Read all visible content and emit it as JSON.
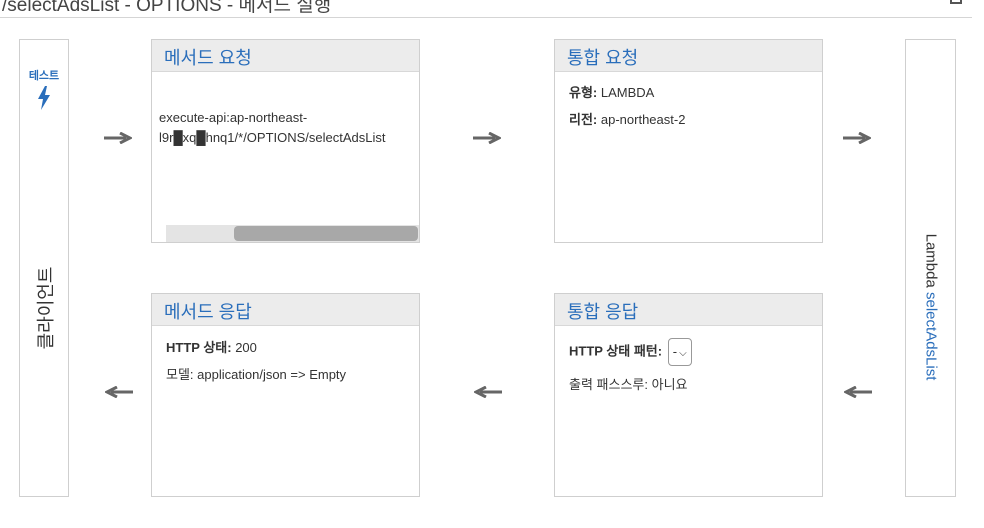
{
  "header": {
    "title": "/selectAdsList - OPTIONS - 메서드 실행"
  },
  "client": {
    "test_label": "테스트",
    "label": "클라이언트"
  },
  "lambda": {
    "prefix": "Lambda",
    "function_name": "selectAdsList"
  },
  "method_request": {
    "title": "메서드 요청",
    "arn_line1": "execute-api:ap-northeast-",
    "arn_line2": "l9r█xq█hnq1/*/OPTIONS/selectAdsList"
  },
  "integration_request": {
    "title": "통합 요청",
    "type_label": "유형:",
    "type_value": "LAMBDA",
    "region_label": "리전:",
    "region_value": "ap-northeast-2"
  },
  "method_response": {
    "title": "메서드 응답",
    "status_label": "HTTP 상태:",
    "status_value": "200",
    "model_label": "모델:",
    "model_value": "application/json => Empty"
  },
  "integration_response": {
    "title": "통합 응답",
    "pattern_label": "HTTP 상태 패턴:",
    "pattern_value": "-",
    "passthrough_label": "출력 패스스루:",
    "passthrough_value": "아니요"
  },
  "colors": {
    "link": "#2a6ebb",
    "arrow": "#666666",
    "header_bg": "#ececec"
  }
}
